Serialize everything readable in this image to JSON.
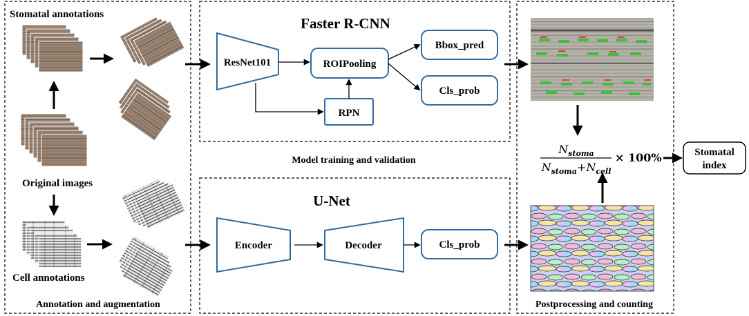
{
  "panels": {
    "annotation": {
      "caption": "Annotation and augmentation"
    },
    "model": {
      "caption": "Model training and validation"
    },
    "post": {
      "caption": "Postprocessing and counting"
    }
  },
  "labels": {
    "stomatal_annotations": "Stomatal annotations",
    "original_images": "Original images",
    "cell_annotations": "Cell annotations"
  },
  "faster_rcnn": {
    "title": "Faster R-CNN",
    "backbone": "ResNet101",
    "roi": "ROIPooling",
    "rpn": "RPN",
    "bbox": "Bbox_pred",
    "cls": "Cls_prob"
  },
  "unet": {
    "title": "U-Net",
    "encoder": "Encoder",
    "decoder": "Decoder",
    "cls": "Cls_prob"
  },
  "formula": {
    "numerator_sym": "N",
    "numerator_sub": "stoma",
    "den_sym1": "N",
    "den_sub1": "stoma",
    "plus": "+",
    "den_sym2": "N",
    "den_sub2": "cell",
    "times": "× 100%"
  },
  "output": {
    "line1": "Stomatal",
    "line2": "index"
  },
  "colors": {
    "block_stroke": "#2e6aa0",
    "photo": "#8c7766",
    "photo_dark": "#6b5547",
    "seg": "#b8c8ee"
  }
}
